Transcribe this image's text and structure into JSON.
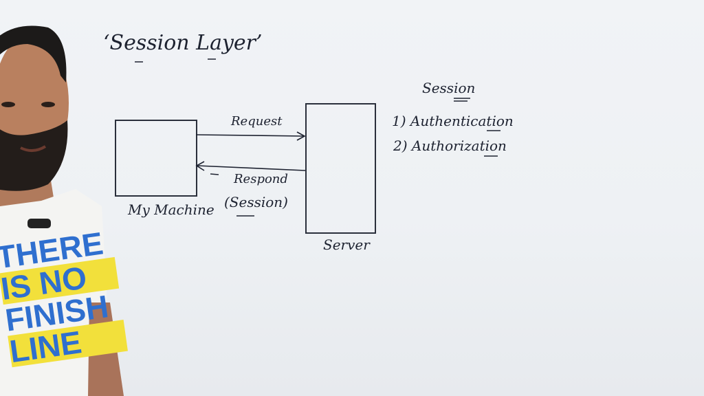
{
  "board": {
    "title": "‘Session Layer’",
    "left_box_label": "My Machine",
    "right_box_label": "Server",
    "arrow_top_label": "Request",
    "arrow_bottom_label": "Respond",
    "arrow_bottom_sub": "(Session)",
    "notes": {
      "heading": "Session",
      "items": [
        "1) Authentication",
        "2) Authorization"
      ]
    }
  },
  "presenter": {
    "shirt_lines": [
      "THERE",
      "IS NO",
      "FINISH",
      "LINE"
    ]
  },
  "colors": {
    "ink": "#1d2230",
    "board": "#eef1f4",
    "shirt_print": "#2f6fcf",
    "shirt_highlight": "#f2e03b"
  }
}
